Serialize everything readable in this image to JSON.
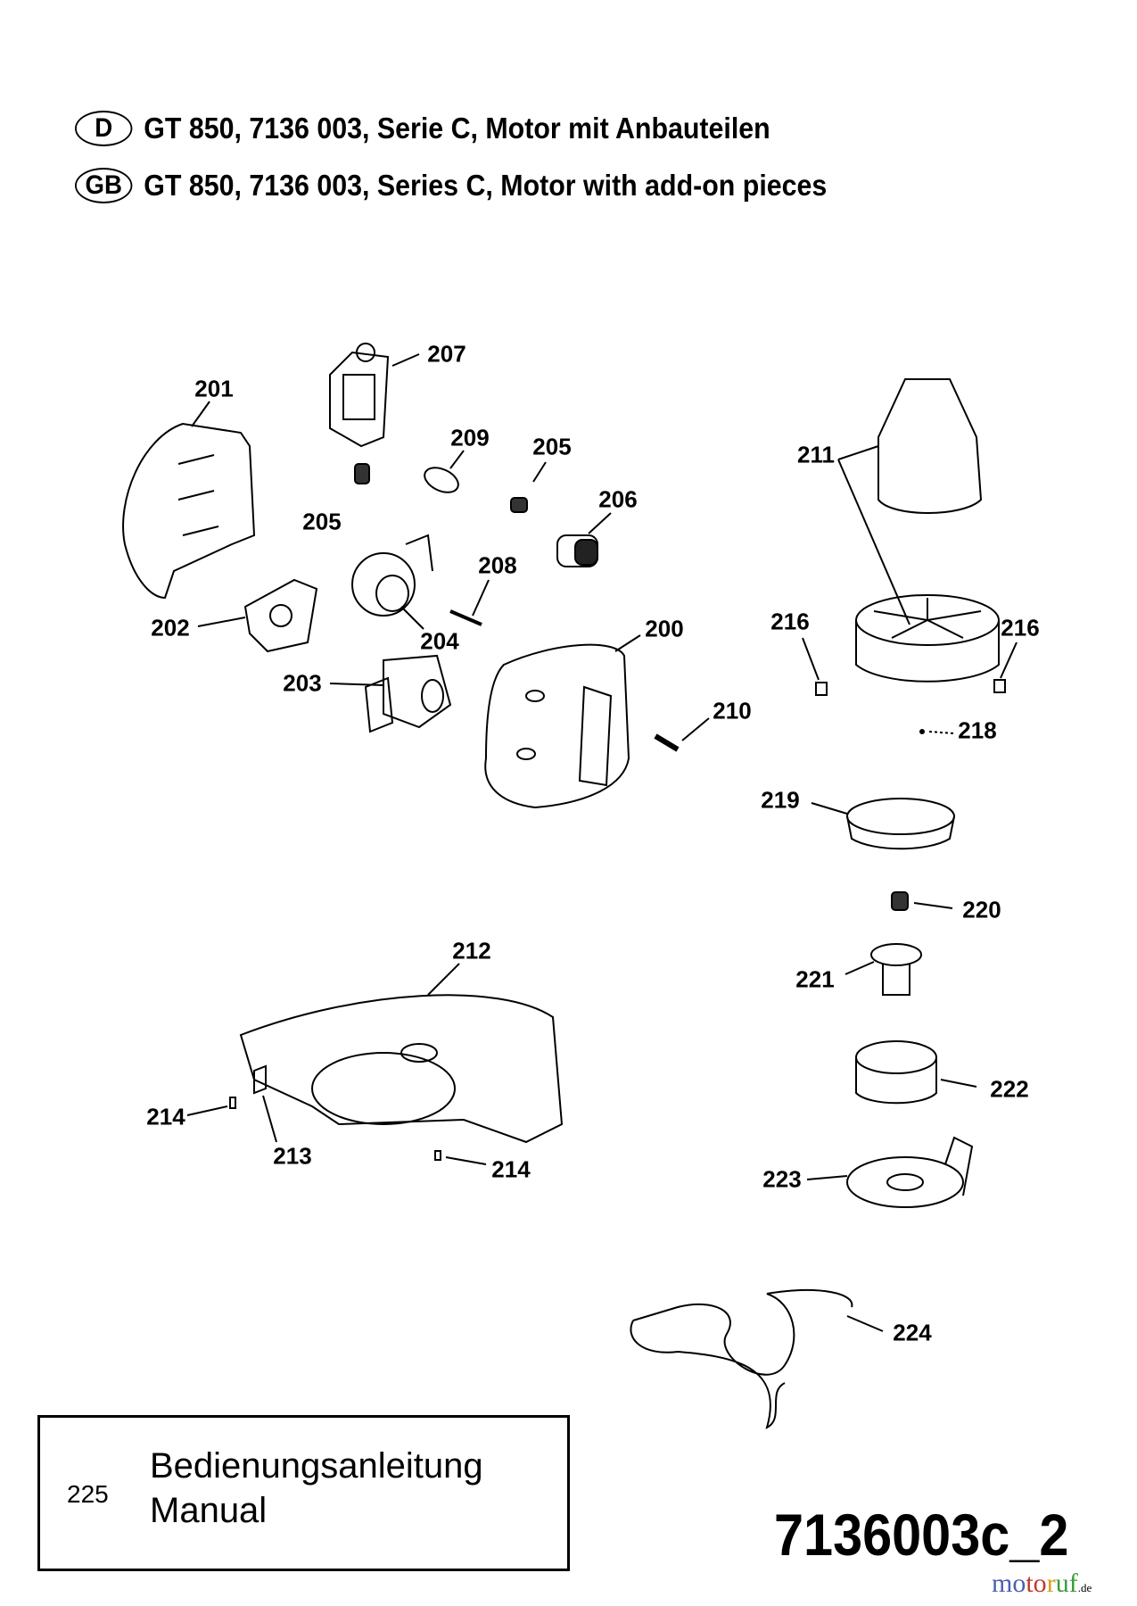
{
  "header": {
    "lines": [
      {
        "lang": "D",
        "text": "GT 850, 7136 003, Serie C, Motor mit Anbauteilen"
      },
      {
        "lang": "GB",
        "text": "GT 850, 7136 003, Series C, Motor with add-on pieces"
      }
    ]
  },
  "parts": [
    "207",
    "201",
    "209",
    "205",
    "205",
    "206",
    "211",
    "208",
    "202",
    "204",
    "200",
    "216",
    "216",
    "203",
    "210",
    "218",
    "219",
    "220",
    "212",
    "221",
    "222",
    "214",
    "213",
    "214",
    "223",
    "224"
  ],
  "manual_box": {
    "number": "225",
    "line1": "Bedienungsanleitung",
    "line2": "Manual"
  },
  "diagram_code": "7136003c_2",
  "watermark": {
    "name": "motoruf",
    "suffix": ".de"
  }
}
